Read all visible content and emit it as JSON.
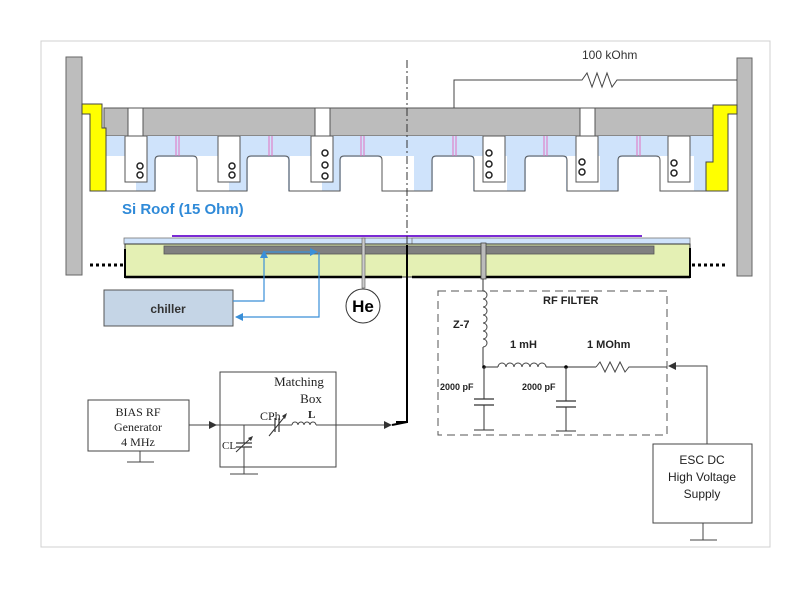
{
  "title": "ESC RF bias and DC chuck circuit with Si roof",
  "labels": {
    "resistor_top": "100 kOhm",
    "si_roof": "Si Roof (15 Ohm)",
    "chiller": "chiller",
    "helium": "He",
    "rf_filter": "RF  FILTER",
    "z7": "Z-7",
    "inductor_1mh": "1 mH",
    "resistor_1mohm": "1 MOhm",
    "cap1": "2000 pF",
    "cap2": "2000 pF",
    "bias_gen_line1": "BIAS RF",
    "bias_gen_line2": "Generator",
    "bias_gen_line3": "4 MHz",
    "matching_line1": "Matching",
    "matching_line2": "Box",
    "c_ph": "CPh",
    "c_l": "CL",
    "l": "L",
    "esc_line1": "ESC DC",
    "esc_line2": "High Voltage",
    "esc_line3": "Supply"
  },
  "colors": {
    "frame_border": "#d0d0d0",
    "wall_gray": "#bdbdbd",
    "top_plate": "#bcbcbc",
    "roof_blue": "#cfe3fb",
    "yellow": "#ffff00",
    "pink": "#e070c0",
    "chuck_green": "#e4f0b4",
    "chuck_dark": "#808080",
    "purple": "#7a2bd4",
    "chiller_fill": "#c5d5e6",
    "arrow_blue": "#3a8fd8",
    "si_text": "#2f8ad8"
  }
}
